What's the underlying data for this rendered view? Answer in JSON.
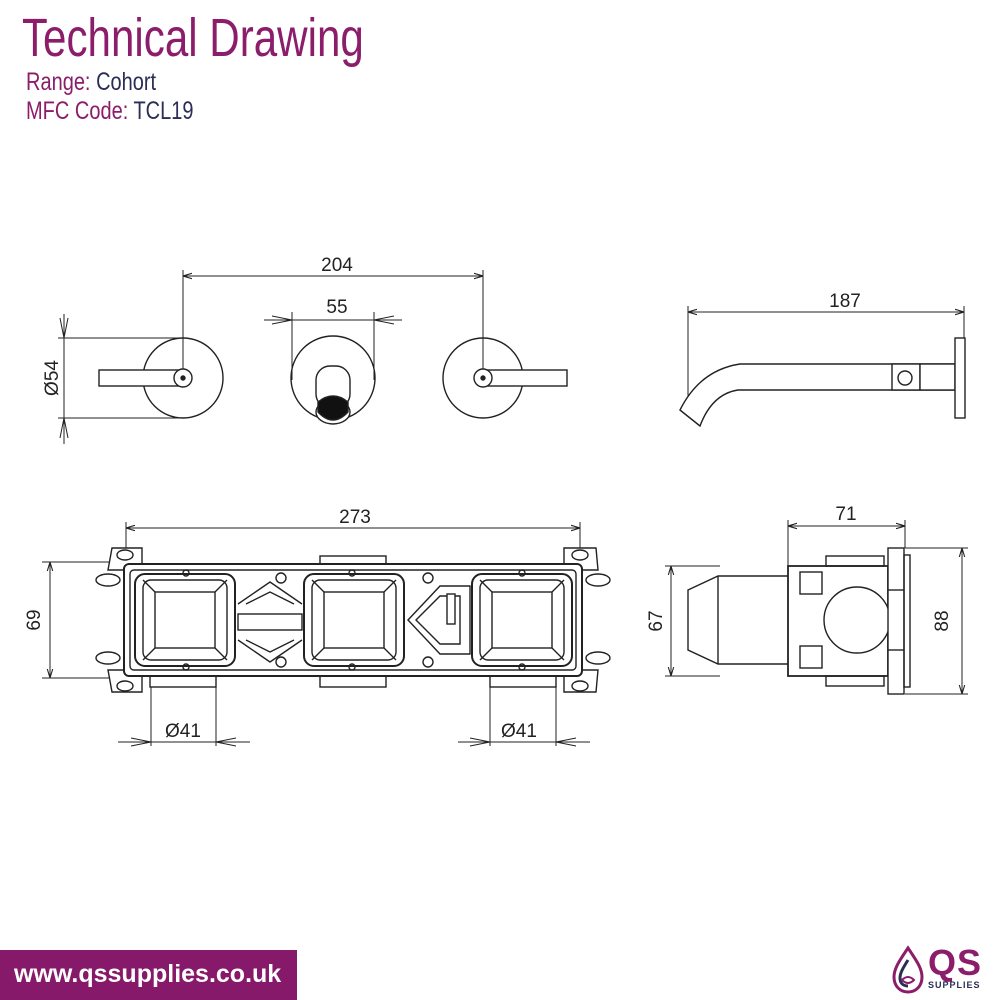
{
  "header": {
    "title": "Technical Drawing",
    "range_label": "Range:",
    "range_value": "Cohort",
    "code_label": "MFC Code:",
    "code_value": "TCL19"
  },
  "dimensions": {
    "handle_spacing": "204",
    "spout_plate_width": "55",
    "plate_diameter": "Ø54",
    "spout_projection": "187",
    "valve_body_width": "273",
    "valve_body_height": "69",
    "left_outlet_diameter": "Ø41",
    "right_outlet_diameter": "Ø41",
    "side_depth": "71",
    "side_height_inner": "67",
    "side_height_outer": "88"
  },
  "footer": {
    "website": "www.qssupplies.co.uk"
  },
  "logo": {
    "letters": "QS",
    "subtitle": "SUPPLIES"
  },
  "colors": {
    "brand_purple": "#8b1d6b",
    "brand_navy": "#2b2d55",
    "line": "#222222"
  }
}
